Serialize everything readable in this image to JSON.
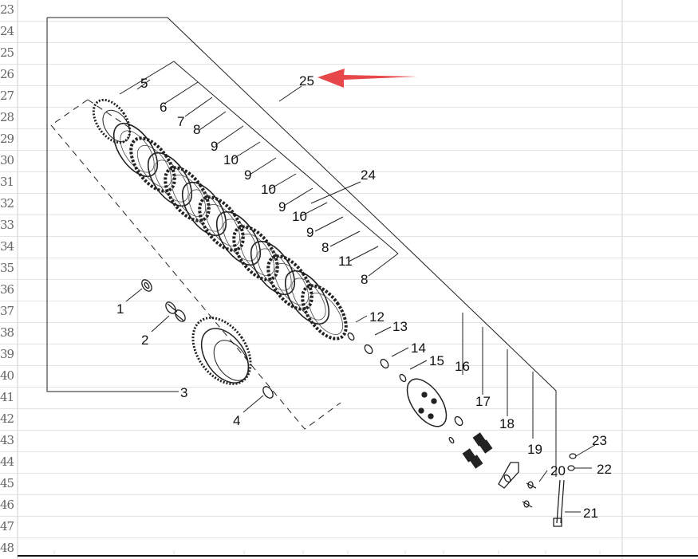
{
  "spreadsheet": {
    "row_numbers": [
      "23",
      "24",
      "25",
      "26",
      "27",
      "28",
      "29",
      "30",
      "31",
      "32",
      "33",
      "34",
      "35",
      "36",
      "37",
      "38",
      "39",
      "40",
      "41",
      "42",
      "43",
      "44",
      "45",
      "46",
      "47",
      "48"
    ]
  },
  "diagram": {
    "callouts": {
      "c1": "1",
      "c2": "2",
      "c3": "3",
      "c4": "4",
      "c5": "5",
      "c6": "6",
      "c7": "7",
      "c8a": "8",
      "c8b": "8",
      "c8c": "8",
      "c9a": "9",
      "c9b": "9",
      "c9c": "9",
      "c9d": "9",
      "c10a": "10",
      "c10b": "10",
      "c10c": "10",
      "c11": "11",
      "c12": "12",
      "c13": "13",
      "c14": "14",
      "c15": "15",
      "c16": "16",
      "c17": "17",
      "c18": "18",
      "c19": "19",
      "c20": "20",
      "c21": "21",
      "c22": "22",
      "c23": "23",
      "c24": "24",
      "c25": "25"
    },
    "arrow_color": "#e8474a",
    "line_color": "#222222"
  }
}
